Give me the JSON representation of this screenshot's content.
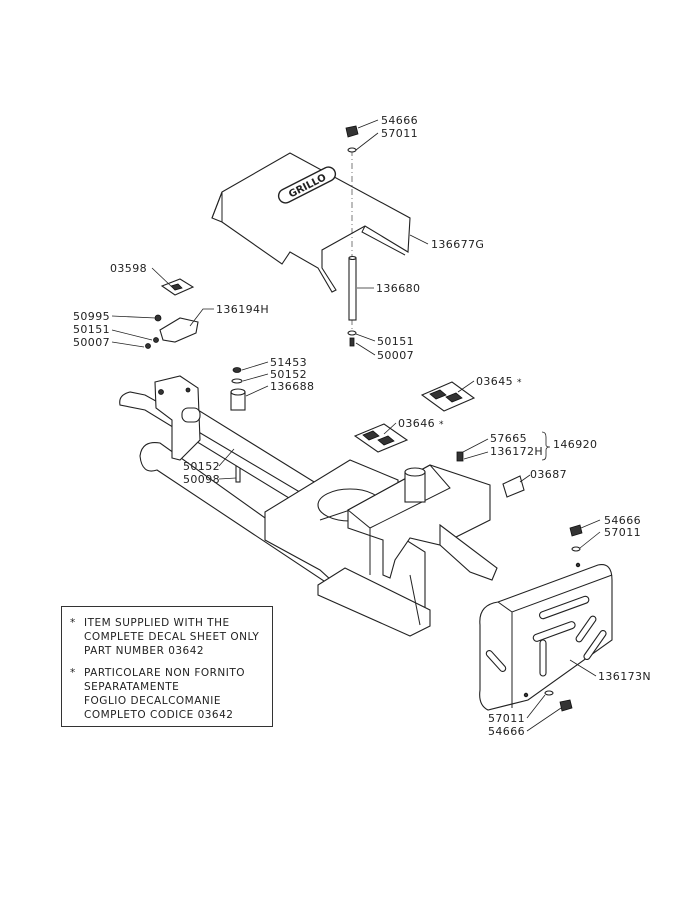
{
  "labels": {
    "l54666a": "54666",
    "l57011a": "57011",
    "l136677G": "136677G",
    "l03598": "03598",
    "l136680": "136680",
    "l136194H": "136194H",
    "l50995": "50995",
    "l50151a": "50151",
    "l50007a": "50007",
    "l50151b": "50151",
    "l50007b": "50007",
    "l51453": "51453",
    "l50152a": "50152",
    "l136688": "136688",
    "l03645": "03645",
    "l03646": "03646",
    "l57665": "57665",
    "l136172H": "136172H",
    "l146920": "146920",
    "l50152b": "50152",
    "l50098": "50098",
    "l03687": "03687",
    "l54666b": "54666",
    "l57011b": "57011",
    "l136173N": "136173N",
    "l57011c": "57011",
    "l54666c": "54666"
  },
  "asterisk": "*",
  "logo_text": "GRILLO",
  "notes": [
    {
      "star": "*",
      "lines": [
        "ITEM SUPPLIED WITH THE",
        "COMPLETE DECAL SHEET ONLY",
        "PART NUMBER 03642"
      ]
    },
    {
      "star": "*",
      "lines": [
        "PARTICOLARE NON FORNITO",
        "SEPARATAMENTE",
        "FOGLIO DECALCOMANIE",
        "COMPLETO CODICE 03642"
      ]
    }
  ]
}
